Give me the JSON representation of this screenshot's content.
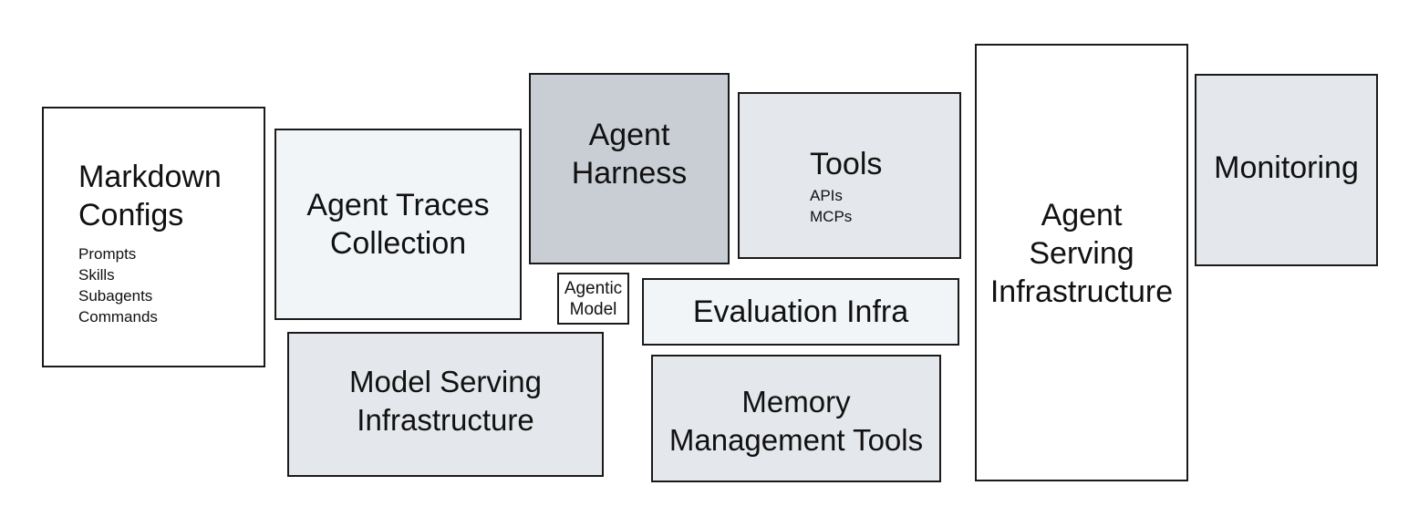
{
  "boxes": {
    "markdown_configs": {
      "title_lines": [
        "Markdown",
        "Configs"
      ],
      "items": [
        "Prompts",
        "Skills",
        "Subagents",
        "Commands"
      ]
    },
    "agent_traces": {
      "title_lines": [
        "Agent Traces",
        "Collection"
      ]
    },
    "agent_harness": {
      "title_lines": [
        "Agent",
        "Harness"
      ]
    },
    "tools": {
      "title": "Tools",
      "items": [
        "APIs",
        "MCPs"
      ]
    },
    "agentic_model": {
      "title_lines": [
        "Agentic",
        "Model"
      ]
    },
    "evaluation_infra": {
      "title": "Evaluation Infra"
    },
    "model_serving": {
      "title_lines": [
        "Model Serving",
        "Infrastructure"
      ]
    },
    "memory_management": {
      "title_lines": [
        "Memory",
        "Management Tools"
      ]
    },
    "agent_serving": {
      "title_lines": [
        "Agent",
        "Serving",
        "Infrastructure"
      ]
    },
    "monitoring": {
      "title": "Monitoring"
    }
  },
  "colors": {
    "border": "#1a1a1a",
    "white_fill": "#ffffff",
    "pale_fill": "#f2f5f8",
    "light_fill": "#e4e7eb",
    "harness_fill": "#c9cdd4"
  }
}
